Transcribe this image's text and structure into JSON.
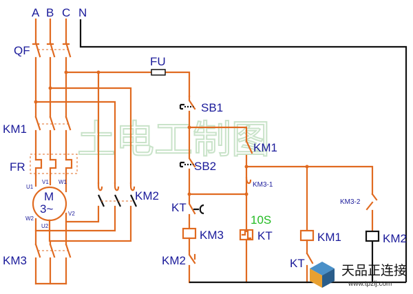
{
  "phases": {
    "a": "A",
    "b": "B",
    "c": "C",
    "n": "N"
  },
  "labels": {
    "qf": "QF",
    "fu": "FU",
    "km1_main": "KM1",
    "fr": "FR",
    "km2_main": "KM2",
    "km3_main": "KM3",
    "motor_letter": "M",
    "motor_phase": "3~",
    "u1": "U1",
    "v1": "V1",
    "w1": "W1",
    "u2": "U2",
    "v2": "V2",
    "w2": "W2",
    "sb1": "SB1",
    "sb2": "SB2",
    "km1_aux": "KM1",
    "km3_1": "KM3-1",
    "kt_contact": "KT",
    "km3_coil": "KM3",
    "km2_nc": "KM2",
    "timer_setting": "10S",
    "kt_coil": "KT",
    "km1_coil": "KM1",
    "kt_nc": "KT",
    "km3_2": "KM3-2",
    "km2_coil": "KM2"
  },
  "watermark": "土电工制图",
  "branding": {
    "name": "天品正连接",
    "url": "www.tpzlj.com"
  },
  "colors": {
    "wire": "#e06a20",
    "neutral": "#111111",
    "label": "#1a1a9a",
    "timer_setting": "#22bb22",
    "watermark": "#c9e3c9"
  }
}
